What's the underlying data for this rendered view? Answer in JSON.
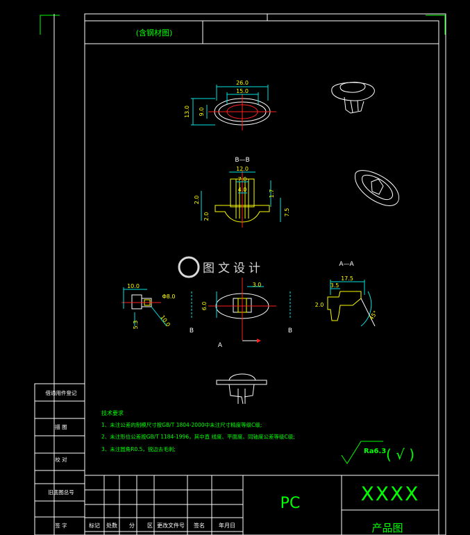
{
  "title_box": "(含钢材图)",
  "watermark": "图文设计",
  "section_labels": {
    "bb": "B—B",
    "aa": "A—A",
    "a": "A",
    "b_left": "B",
    "b_right": "B"
  },
  "dims_top": {
    "d26": "26.0",
    "d15": "15.0",
    "d13": "13.0",
    "d9": "9.0"
  },
  "dims_bb": {
    "d12": "12.0",
    "d7": "7.0",
    "d4": "4.0",
    "d17": "1.7",
    "d2a": "2.0",
    "d2b": "2.0",
    "d75": "7.5"
  },
  "dims_front": {
    "d10": "10.0",
    "d30": "3.0",
    "d60": "6.0",
    "d53": "5.3",
    "d100": "10.0",
    "dphi": "Φ8.0"
  },
  "dims_aa": {
    "d175": "17.5",
    "d35": "3.5",
    "d20": "2.0",
    "d45": "45°"
  },
  "tech_title": "技术要求",
  "tech_notes": [
    "1、未注公差的制模尺寸按GB/T 1804-2000中未注尺寸精度等级C级;",
    "2、未注形位公差按GB/T 1184-1996，其中直 线度、平面度、同轴度公差等级C级;",
    "3、未注圆角R0.5，锐边去毛刺;"
  ],
  "roughness": "Ra6.3",
  "roughness_suffix": "( √ )",
  "left_column": [
    "借通用件登记",
    "描    图",
    "校    对",
    "旧底图总号",
    "签    字"
  ],
  "material": "PC",
  "part_code": "XXXX",
  "drawing_name": "产品图",
  "title_block_headers": [
    "标记",
    "处数",
    "分",
    "区",
    "更改文件号",
    "签名",
    "年月日"
  ]
}
